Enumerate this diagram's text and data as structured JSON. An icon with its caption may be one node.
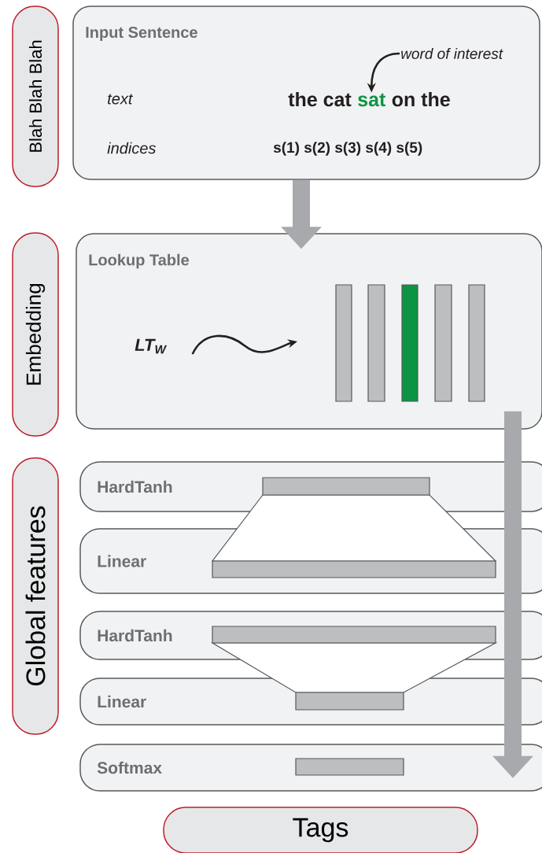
{
  "diagram": {
    "nodes": [
      {
        "text": [
          "Blah Blah Blah"
        ]
      },
      {
        "text": [
          "Input Sentence",
          "text",
          "indices",
          "the cat",
          "on the",
          "s(1) s(2) s(3) s(4) s(5)"
        ]
      },
      {
        "text": [
          "word of interest"
        ],
        "in": 1
      },
      {
        "text": [
          "sat"
        ],
        "in": 1
      },
      {
        "text": [
          "Embedding"
        ]
      },
      {
        "text": [
          "Lookup Table"
        ]
      },
      {
        "text": [
          "LT$_{W}$"
        ],
        "in": 5
      },
      {
        "text": [],
        "shape": "bar",
        "in": 5
      },
      {
        "text": [],
        "shape": "bar",
        "in": 5
      },
      {
        "text": [],
        "shape": "bar",
        "in": 5
      },
      {
        "text": [],
        "shape": "bar",
        "in": 5
      },
      {
        "text": [],
        "shape": "bar",
        "in": 5
      },
      {
        "text": [
          "Global features"
        ]
      },
      {
        "text": [
          "HardTanh"
        ]
      },
      {
        "text": [
          "Linear"
        ]
      },
      {
        "text": [
          "HardTanh"
        ]
      },
      {
        "text": [
          "Linear"
        ]
      },
      {
        "text": [
          "Softmax"
        ]
      },
      {
        "text": [],
        "shape": "bar",
        "in": 13
      },
      {
        "text": [],
        "shape": "bar",
        "in": 14
      },
      {
        "text": [],
        "shape": "bar",
        "in": 15
      },
      {
        "text": [],
        "shape": "bar",
        "in": 16
      },
      {
        "text": [],
        "shape": "bar",
        "in": 17
      },
      {
        "text": [
          "Tags"
        ]
      }
    ],
    "edges": [
      {
        "from": 2,
        "to": 3,
        "arrow": "to"
      },
      {
        "from": 1,
        "to": 5,
        "arrow": "to",
        "style": "thick",
        "color": "#a7a9ac"
      },
      {
        "from": 6,
        "to": null,
        "arrow": "to"
      },
      {
        "from": 5,
        "to": 17,
        "arrow": "to",
        "style": "thick",
        "color": "#a7a9ac"
      }
    ]
  }
}
